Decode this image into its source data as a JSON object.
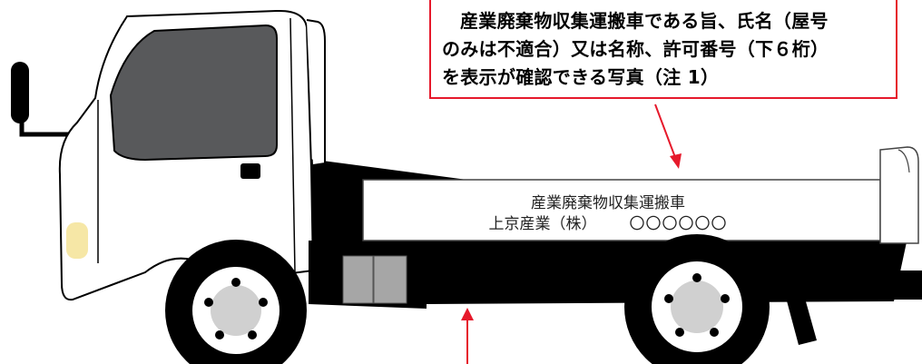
{
  "callout": {
    "line1": "産業廃棄物収集運搬車である旨、氏名（屋号",
    "line2": "のみは不適合）又は名称、許可番号（下６桁）",
    "line3": "を表示が確認できる写真（注 1）",
    "border_color": "#e6192b"
  },
  "truck_sign": {
    "line1": "産業廃棄物収集運搬車",
    "company": "上京産業（株）",
    "number": "〇〇〇〇〇〇"
  },
  "arrow_color": "#e6192b"
}
